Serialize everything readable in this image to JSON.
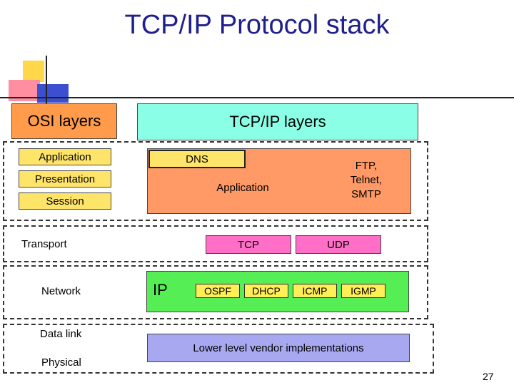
{
  "title": "TCP/IP Protocol stack",
  "headers": {
    "osi": "OSI layers",
    "tcpip": "TCP/IP layers"
  },
  "osi_layers": {
    "application": "Application",
    "presentation": "Presentation",
    "session": "Session",
    "transport": "Transport",
    "network": "Network",
    "data_link": "Data link",
    "physical": "Physical"
  },
  "tcpip": {
    "dns": "DNS",
    "application": "Application",
    "ftp_telnet_smtp": "FTP,\nTelnet,\nSMTP",
    "tcp": "TCP",
    "udp": "UDP",
    "ip": "IP",
    "ospf": "OSPF",
    "dhcp": "DHCP",
    "icmp": "ICMP",
    "igmp": "IGMP",
    "lower": "Lower level vendor implementations"
  },
  "page_number": "27",
  "colors": {
    "title": "#1f1f8f",
    "osi_header": "#ff9b4a",
    "tcpip_header": "#8affe6",
    "osi_box": "#ffe46a",
    "application_area": "#ff9966",
    "transport_box": "#ff6ec7",
    "ip_area": "#55ee55",
    "lower_box": "#a8a8f0"
  }
}
